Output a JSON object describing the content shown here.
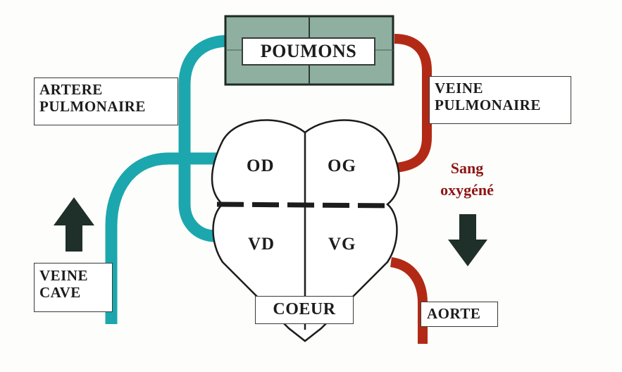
{
  "labels": {
    "poumons": "POUMONS",
    "artere_pulmonaire": [
      "ARTERE",
      "PULMONAIRE"
    ],
    "veine_pulmonaire": [
      "VEINE",
      "PULMONAIRE"
    ],
    "veine_cave": [
      "VEINE",
      "CAVE"
    ],
    "aorte": "AORTE",
    "coeur": "COEUR"
  },
  "chambers": {
    "od": "OD",
    "og": "OG",
    "vd": "VD",
    "vg": "VG"
  },
  "sang_oxygene": [
    "Sang",
    "oxygéné"
  ],
  "arrows": {
    "left": "arrow-up-icon",
    "right": "arrow-down-icon"
  },
  "colors": {
    "deoxygenated": "#1ba7ad",
    "oxygenated": "#b22a15",
    "lungs": "#8fb0a0",
    "sang_text": "#8e1616",
    "arrow": "#1f2f2a"
  }
}
